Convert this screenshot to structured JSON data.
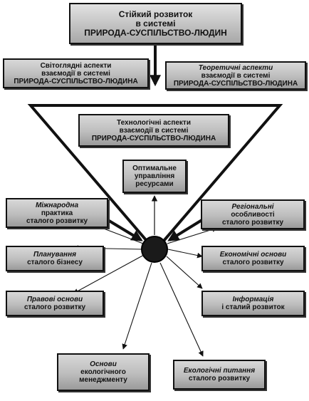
{
  "title": {
    "line1": "Стійкий розвиток",
    "line2": "в системі",
    "line3": "ПРИРОДА-СУСПІЛЬСТВО-ЛЮДИН"
  },
  "world_view": {
    "line1": "Світоглядні аспекти",
    "line2": "взаємодії в системі",
    "line3": "ПРИРОДА-СУСПІЛЬСТВО-ЛЮДИНА"
  },
  "theoretical": {
    "line1": "Теоретичні аспекти",
    "line2": "взаємодії в системі",
    "line3": "ПРИРОДА-СУСПІЛЬСТВО-ЛЮДИНА"
  },
  "technological": {
    "line1": "Технологічні аспекти",
    "line2": "взаємодії в системі",
    "line3": "ПРИРОДА-СУСПІЛЬСТВО-ЛЮДИНА"
  },
  "resources": {
    "line1": "Оптимальне",
    "line2": "управління",
    "line3": "ресурсами"
  },
  "international": {
    "line1": "Міжнародна",
    "line2": "практика",
    "line3": "сталого розвитку"
  },
  "regional": {
    "line1": "Регіональні",
    "line2": "особливості",
    "line3": "сталого розвитку"
  },
  "planning": {
    "line1": "Планування",
    "line2": "сталого бізнесу"
  },
  "economic": {
    "line1": "Економічні основи",
    "line2": "сталого розвитку"
  },
  "legal": {
    "line1": "Правові основи",
    "line2": "сталого розвитку"
  },
  "information": {
    "line1": "Інформація",
    "line2": "і сталий розвиток"
  },
  "eco_management": {
    "line1": "Основи",
    "line2": "екологічного",
    "line3": "менеджменту"
  },
  "eco_issues": {
    "line1": "Екологічні питання",
    "line2": "сталого розвитку"
  }
}
